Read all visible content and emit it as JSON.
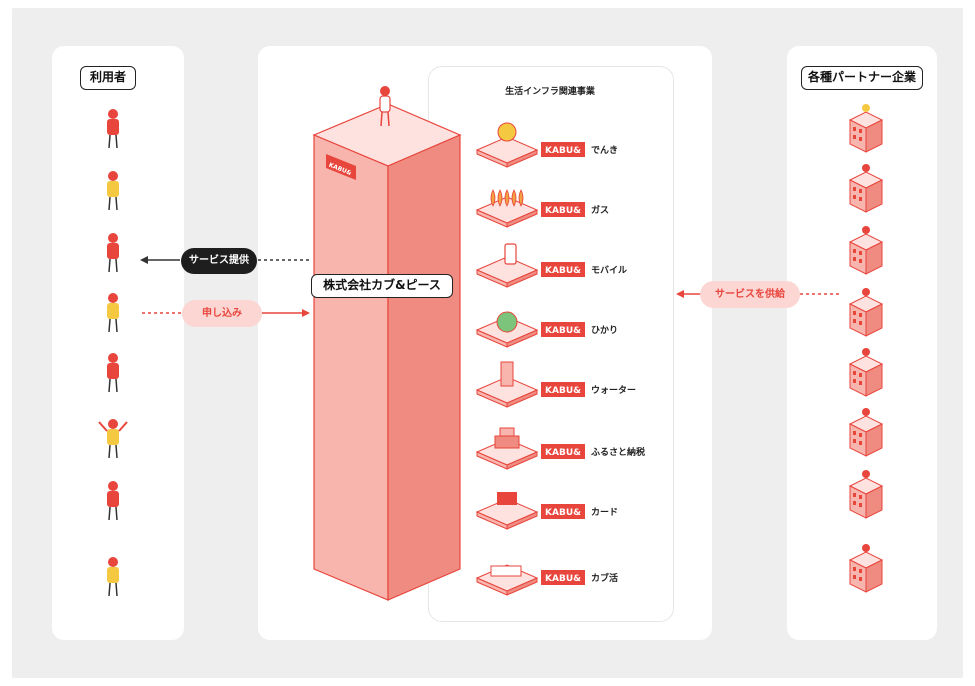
{
  "users_panel": {
    "title": "利用者"
  },
  "partners_panel": {
    "title": "各種パートナー企業"
  },
  "company": {
    "name": "株式会社カブ&ピース",
    "tower_badge": "KABU&"
  },
  "business": {
    "title": "生活インフラ関連事業",
    "brand": "KABU&",
    "services": [
      {
        "name": "でんき",
        "icon": "lightbulb-icon"
      },
      {
        "name": "ガス",
        "icon": "flame-icon"
      },
      {
        "name": "モバイル",
        "icon": "smartphone-icon"
      },
      {
        "name": "ひかり",
        "icon": "globe-icon"
      },
      {
        "name": "ウォーター",
        "icon": "water-server-icon"
      },
      {
        "name": "ふるさと納税",
        "icon": "gift-box-icon"
      },
      {
        "name": "カード",
        "icon": "credit-card-icon"
      },
      {
        "name": "カブ活",
        "icon": "stocks-icon"
      }
    ]
  },
  "flows": {
    "service_provide": "サービス提供",
    "apply": "申し込み",
    "service_supply": "サービスを供給"
  },
  "colors": {
    "accent": "#e8453c",
    "pink_light": "#fbd6d3",
    "dark": "#1e1e1e"
  }
}
